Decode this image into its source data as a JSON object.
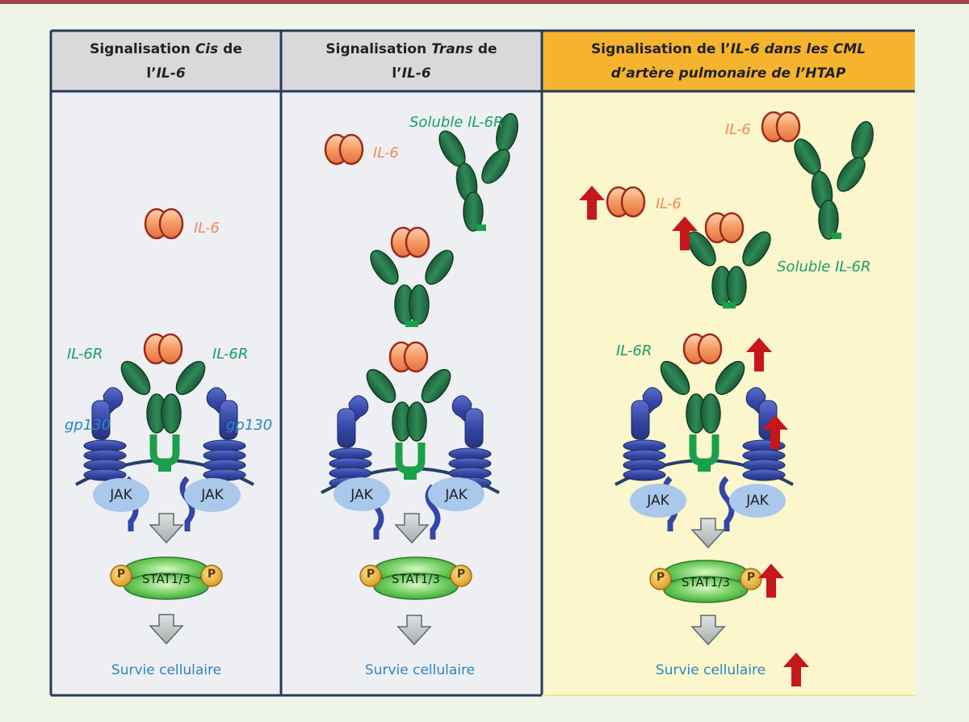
{
  "headers": [
    {
      "pre": "Signalisation ",
      "em": "Cis",
      "post": " de",
      "line2_pre": "l’",
      "line2_em": "IL-6",
      "line2_post": ""
    },
    {
      "pre": "Signalisation ",
      "em": "Trans",
      "post": " de",
      "line2_pre": "l’",
      "line2_em": "IL-6",
      "line2_post": ""
    },
    {
      "pre": "Signalisation de l’",
      "em": "IL-6 dans les CML",
      "post": "",
      "line2_pre": "",
      "line2_em": "d’artère pulmonaire de l’HTAP",
      "line2_post": ""
    }
  ],
  "labels": {
    "il6": "IL-6",
    "il6r": "IL-6R",
    "soluble_il6r": "Soluble IL-6R",
    "gp130": "gp130",
    "jak": "JAK",
    "stat": "STAT1/3",
    "phospho": "P",
    "survie": "Survie cellulaire"
  },
  "colors": {
    "topbar": "#a0434b",
    "header_gray": "#d9d9db",
    "header_orange": "#f5b32e",
    "panel_gray": "#eeeff2",
    "panel_yellow": "#fbf6cc",
    "border": "#273a5c",
    "il6": "#f5a06e",
    "receptor_green": "#1f6e45",
    "gp130_blue": "#3b4fa8",
    "jak_blue": "#a9c8ec",
    "phospho": "#e0a92a",
    "up_arrow": "#c8161d"
  }
}
